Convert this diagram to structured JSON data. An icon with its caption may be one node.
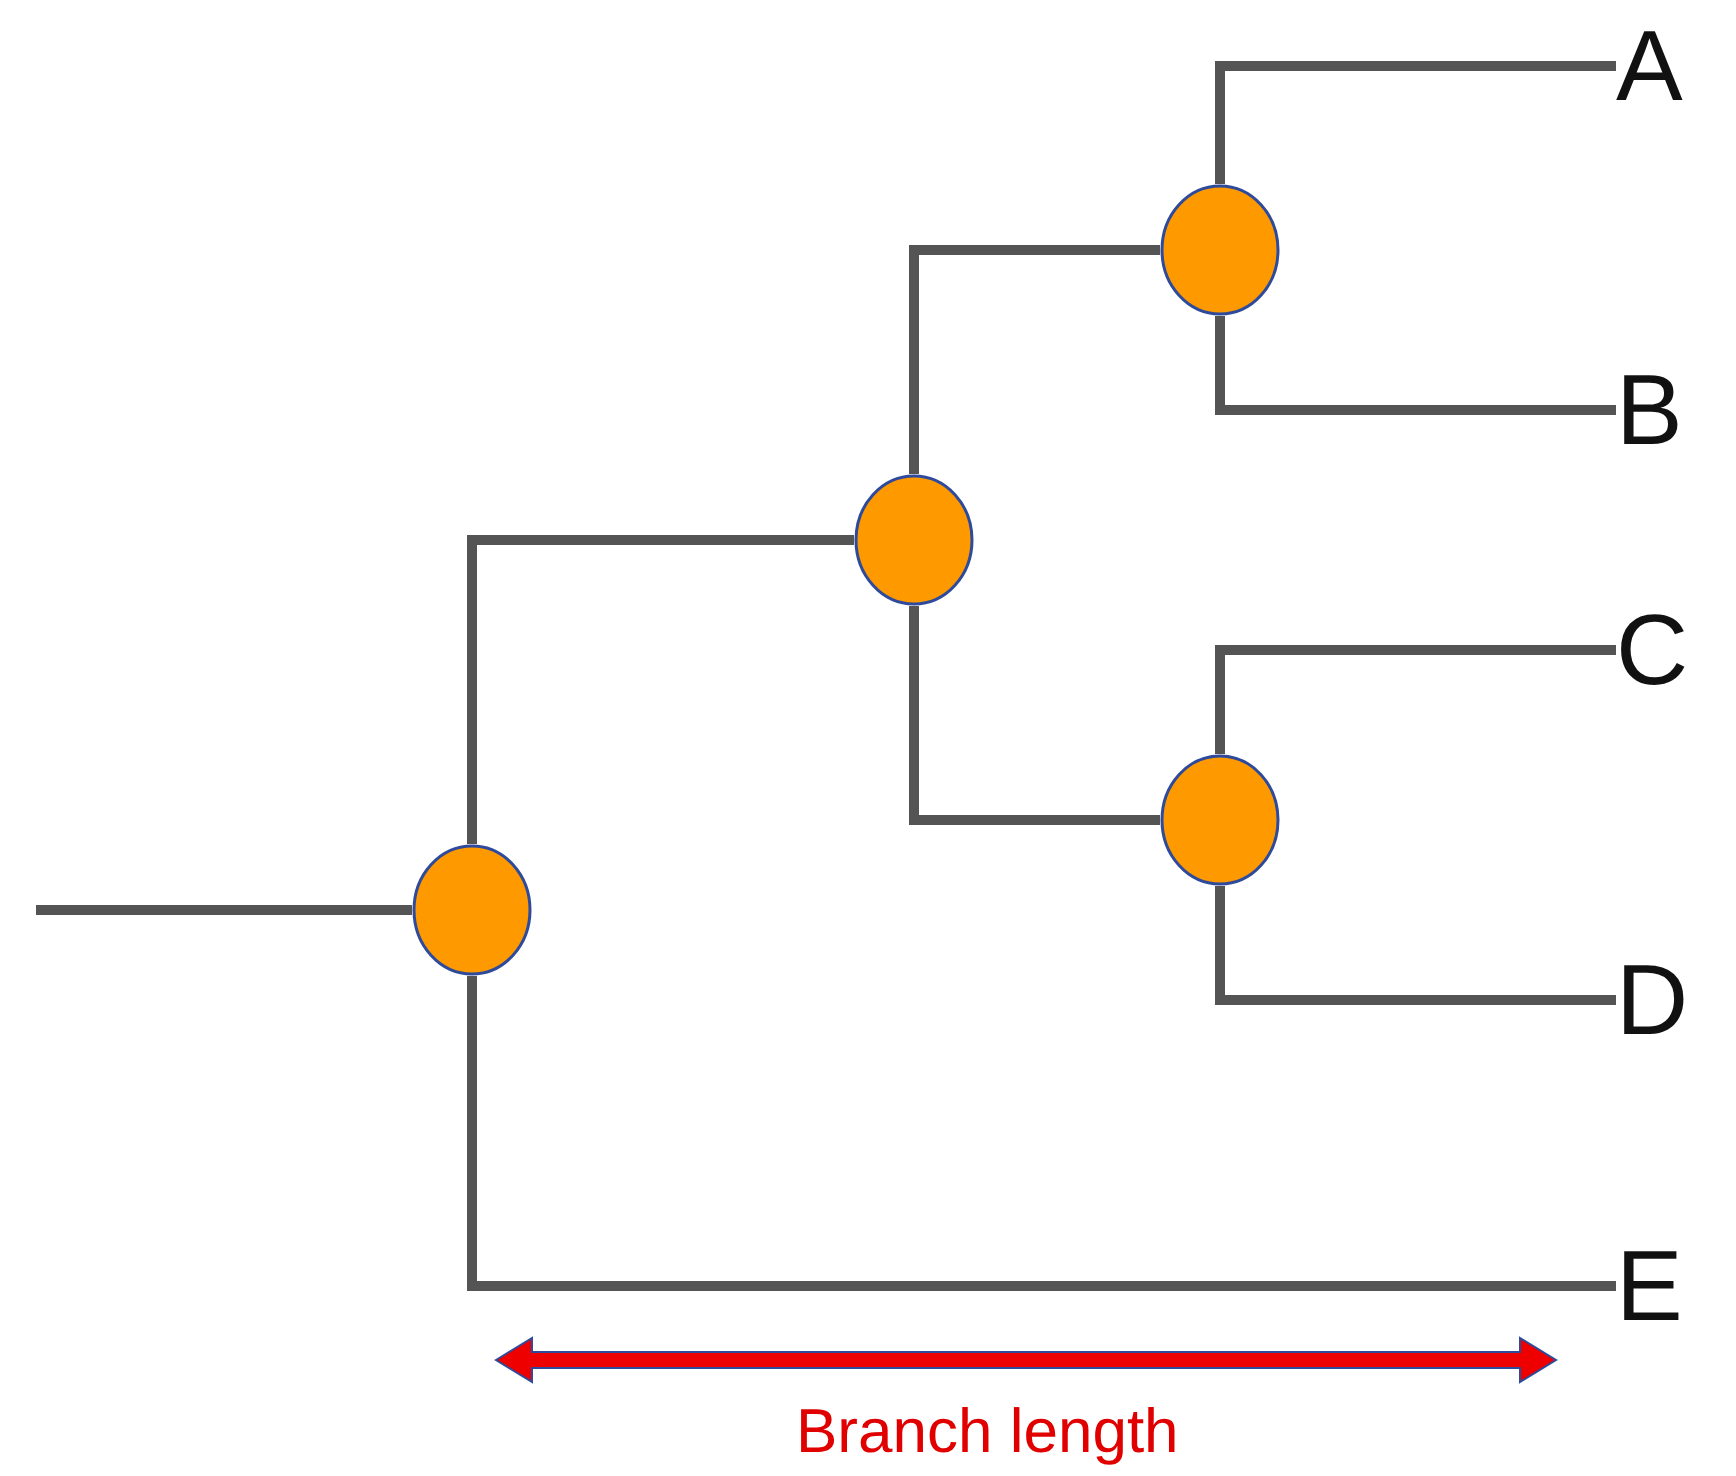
{
  "diagram": {
    "nodes": [
      {
        "text": [],
        "shape": "circle"
      },
      {
        "text": [],
        "shape": "circle"
      },
      {
        "text": [],
        "shape": "circle"
      },
      {
        "text": [],
        "shape": "circle"
      },
      {
        "text": [
          "A"
        ]
      },
      {
        "text": [
          "B"
        ]
      },
      {
        "text": [
          "C"
        ]
      },
      {
        "text": [
          "D"
        ]
      },
      {
        "text": [
          "E"
        ]
      }
    ],
    "edges": [
      {
        "from": null,
        "to": 0,
        "arrow": "none"
      },
      {
        "from": 0,
        "to": 1,
        "arrow": "none"
      },
      {
        "from": 0,
        "to": 8,
        "arrow": "none"
      },
      {
        "from": 1,
        "to": 2,
        "arrow": "none"
      },
      {
        "from": 1,
        "to": 3,
        "arrow": "none"
      },
      {
        "from": 2,
        "to": 4,
        "arrow": "none"
      },
      {
        "from": 2,
        "to": 5,
        "arrow": "none"
      },
      {
        "from": 3,
        "to": 6,
        "arrow": "none"
      },
      {
        "from": 3,
        "to": 7,
        "arrow": "none"
      }
    ],
    "labels": [
      "Branch length"
    ]
  }
}
